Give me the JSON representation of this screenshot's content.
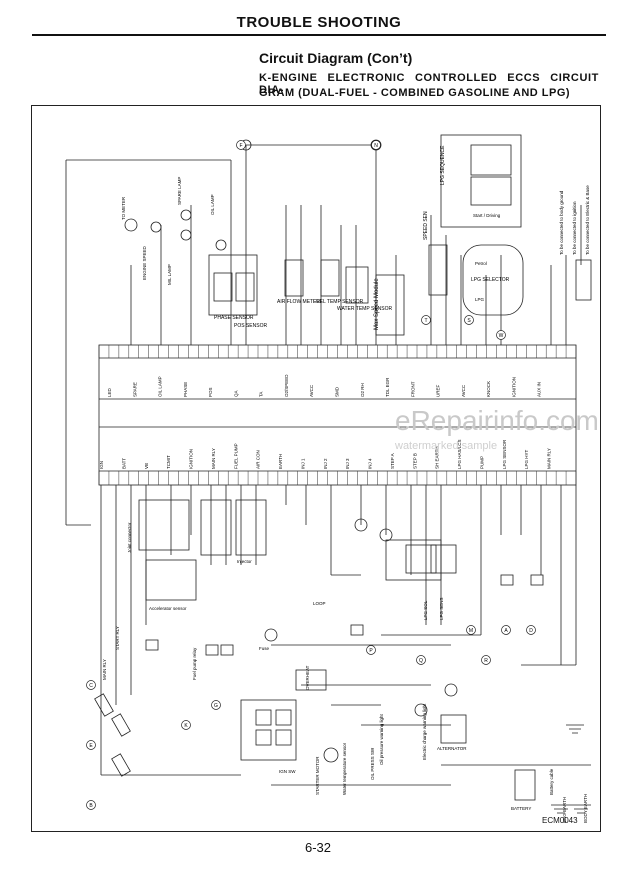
{
  "header": {
    "title": "TROUBLE SHOOTING"
  },
  "section": {
    "title": "Circuit Diagram (Con’t)",
    "subtitle_line1": "K-ENGINE ELECTRONIC CONTROLLED ECCS CIRCUIT DIA-",
    "subtitle_line2": "GRAM (DUAL-FUEL - COMBINED GASOLINE AND LPG)"
  },
  "diagram": {
    "figure_id": "ECM0043",
    "connector_letters": [
      "F",
      "N",
      "S",
      "W",
      "T",
      "C",
      "G",
      "E",
      "B",
      "K",
      "M",
      "A",
      "D",
      "Q",
      "R",
      "P"
    ],
    "top_pins": [
      "LED",
      "SPARE",
      "OIL LAMP",
      "PHASE",
      "POS",
      "QA",
      "TA",
      "O2/SPEED",
      "AVCC",
      "SMD",
      "O2 RH",
      "TDL EGR",
      "FRONT",
      "UREF",
      "AVCC",
      "KNOCK",
      "IGNITION",
      "AUX IN"
    ],
    "bottom_pins": [
      "IGN",
      "BATT",
      "VB",
      "TCMIT",
      "IGNITION",
      "MAIN RLY",
      "FUEL PUMP",
      "AIR CON",
      "EARTH",
      "INJ 1",
      "INJ 2",
      "INJ 3",
      "INJ 4",
      "STEP A",
      "STEP B",
      "SH EARTH",
      "LPG HAS/LCS",
      "PUMP",
      "LPG SENSOR",
      "LPG HYT",
      "MAIN RLY"
    ],
    "modules": [
      "PHASE SENSOR",
      "POS SENSOR",
      "AIR FLOW METER",
      "FUEL TEMP SENSOR",
      "WATER TEMP SENSOR",
      "Max Speed Module",
      "LPG SEQUENCE",
      "SPEED SEN",
      "LPG SELECTOR"
    ],
    "labels": [
      "TO METER",
      "SPARE LAMP",
      "OIL LAMP",
      "ENGINE SPEED",
      "MIL LAMP",
      "To be connected to body ground",
      "To be connected to ignition",
      "To be connected to Electric & Base",
      "Start / Driving",
      "Petrol",
      "LPG",
      "Joint connector",
      "Injector",
      "Accelerator sensor",
      "Fuel pump relay",
      "OVERHEAT",
      "OIL PRESS SW",
      "Water temperature sensor",
      "Oil pressure warning light",
      "Electric charge warning light",
      "STARTER MOTOR",
      "ALTERNATOR",
      "IGN SW",
      "BATTERY",
      "Battery cable",
      "ENG EARTH",
      "BODY EARTH",
      "LOOP",
      "Fuse",
      "MAIN RLY",
      "START RLY",
      "LPG SOL",
      "LPG SENS"
    ]
  },
  "watermark": {
    "main": "eRepairinfo.com",
    "sub": "watermarked sample"
  },
  "footer": {
    "page": "6-32"
  }
}
